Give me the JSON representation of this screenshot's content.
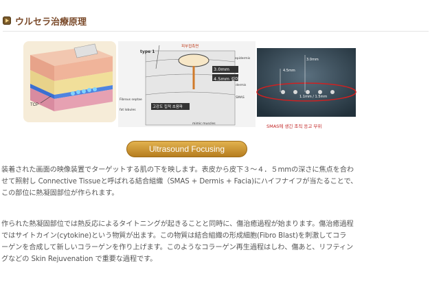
{
  "heading": {
    "title": "ウルセラ治療原理"
  },
  "figure": {
    "left_label_tcp": "TCP",
    "mid_type": "type 1",
    "mid_top_label": "피부접촉면",
    "mid_depth_1": "3.0mm",
    "mid_depth_2": "4.5mm 깊이",
    "mid_layer_epidermis": "epidermis",
    "mid_layer_dermis": "dermis",
    "mid_layer_smas": "SMAS",
    "mid_fibrous": "Fibrous septae",
    "mid_fat": "fat lobules",
    "mid_focus_label": "고강도 집적 초음파",
    "mid_mimic": "mimic muscles",
    "right_depth_3": "3.0mm",
    "right_depth_45": "4.5mm",
    "right_size": "1.1mm / 1.5mm",
    "right_caption": "SMAS에 생긴 조직 응고 부위"
  },
  "button": {
    "label": "Ultrasound Focusing"
  },
  "paragraphs": {
    "p1_l1": "装着された画面の映像装置でターゲットする肌の下を映します。表皮から皮下３～４．５mmの深さに焦点を合わ",
    "p1_l2": "せて照射し Connective Tissueと呼ばれる結合組織（SMAS + Dermis + Facia)にハイフナイフが当たることで、",
    "p1_l3": "この部位に熱凝固部位が作られます。",
    "p2_l1": "作られた熱凝固部位では熱反応によるタイトニングが起きることと同時に、傷治癒過程が始まります。傷治癒過程",
    "p2_l2": "ではサイトカイン(cytokine)という物質が出ます。この物質は結合組織の形成細胞(Fibro Blast)を刺激してコラ",
    "p2_l3": "ーゲンを合成して新しいコラーゲンを作り上げます。このようなコラーゲン再生過程はしわ、傷あと、リフティン",
    "p2_l4": "グなどの Skin Rejuvenation で重要な過程です。"
  },
  "colors": {
    "heading": "#7a4a2a",
    "button": "#c8912e",
    "text": "#555555"
  }
}
